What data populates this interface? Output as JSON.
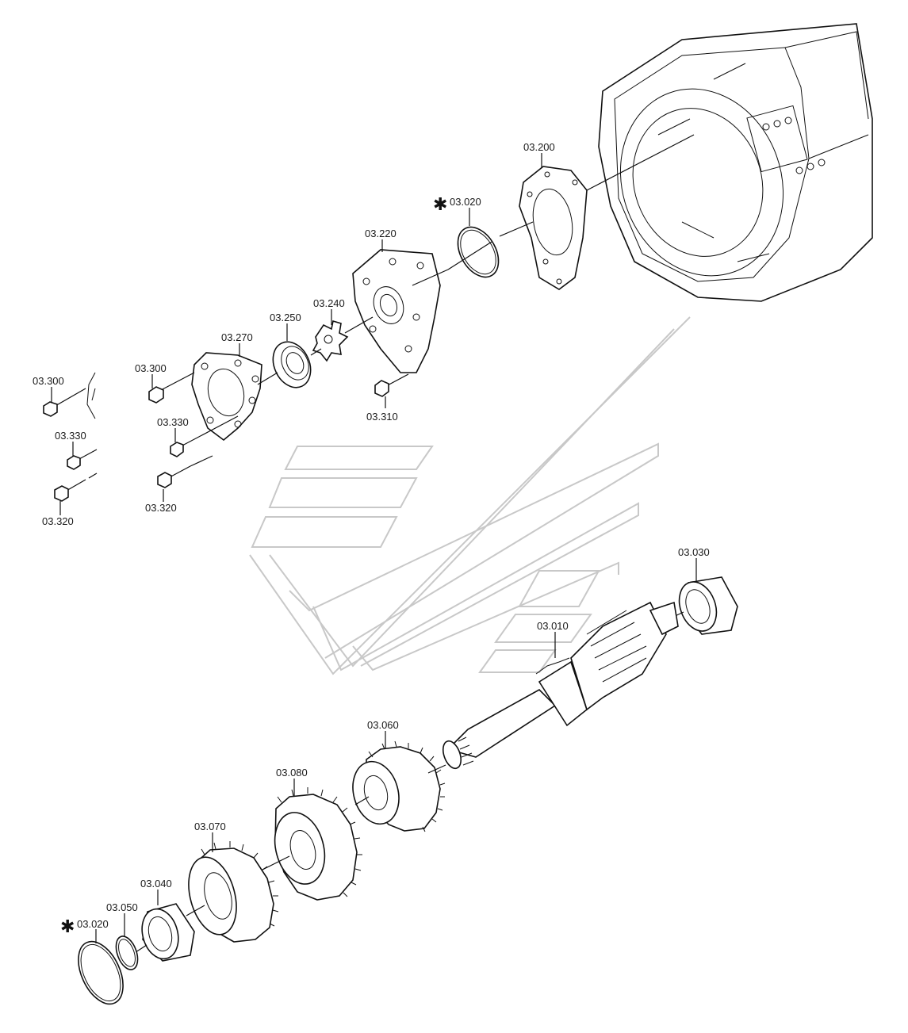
{
  "labels": {
    "p03_010": "03.010",
    "p03_020_top": "03.020",
    "p03_020_bottom": "03.020",
    "p03_030": "03.030",
    "p03_040": "03.040",
    "p03_050": "03.050",
    "p03_060": "03.060",
    "p03_070": "03.070",
    "p03_080": "03.080",
    "p03_200": "03.200",
    "p03_220": "03.220",
    "p03_240": "03.240",
    "p03_250": "03.250",
    "p03_270": "03.270",
    "p03_300_left": "03.300",
    "p03_300_right": "03.300",
    "p03_310": "03.310",
    "p03_320_left": "03.320",
    "p03_320_right": "03.320",
    "p03_330_left": "03.330",
    "p03_330_right": "03.330"
  },
  "markers": {
    "asterisk": "✱"
  }
}
